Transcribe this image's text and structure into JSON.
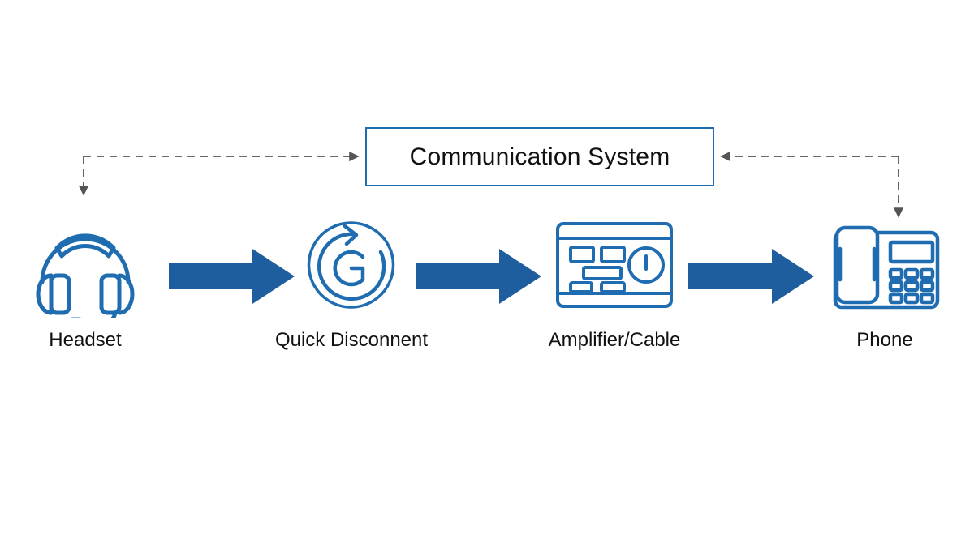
{
  "diagram": {
    "title": "Communication System",
    "background_color": "#ffffff",
    "accent_blue": "#1F5E9E",
    "icon_stroke": "#1F6CB0",
    "text_color": "#111111",
    "system_box": {
      "label": "Communication System"
    },
    "nodes": [
      {
        "id": "headset",
        "label": "Headset",
        "icon": "headset-icon"
      },
      {
        "id": "quick-disconnect",
        "label": "Quick Disconnent",
        "icon": "quick-disconnect-icon"
      },
      {
        "id": "amplifier",
        "label": "Amplifier/Cable",
        "icon": "amplifier-icon"
      },
      {
        "id": "phone",
        "label": "Phone",
        "icon": "desk-phone-icon"
      }
    ],
    "flow_arrows": [
      {
        "id": "arrow-1",
        "from": "headset",
        "to": "quick-disconnect"
      },
      {
        "id": "arrow-2",
        "from": "quick-disconnect",
        "to": "amplifier"
      },
      {
        "id": "arrow-3",
        "from": "amplifier",
        "to": "phone"
      }
    ],
    "connectors": [
      {
        "id": "connector-left",
        "style": "dashed",
        "color": "#555555",
        "from": "headset",
        "to": "system-box"
      },
      {
        "id": "connector-right",
        "style": "dashed",
        "color": "#555555",
        "from": "phone",
        "to": "system-box"
      }
    ]
  }
}
